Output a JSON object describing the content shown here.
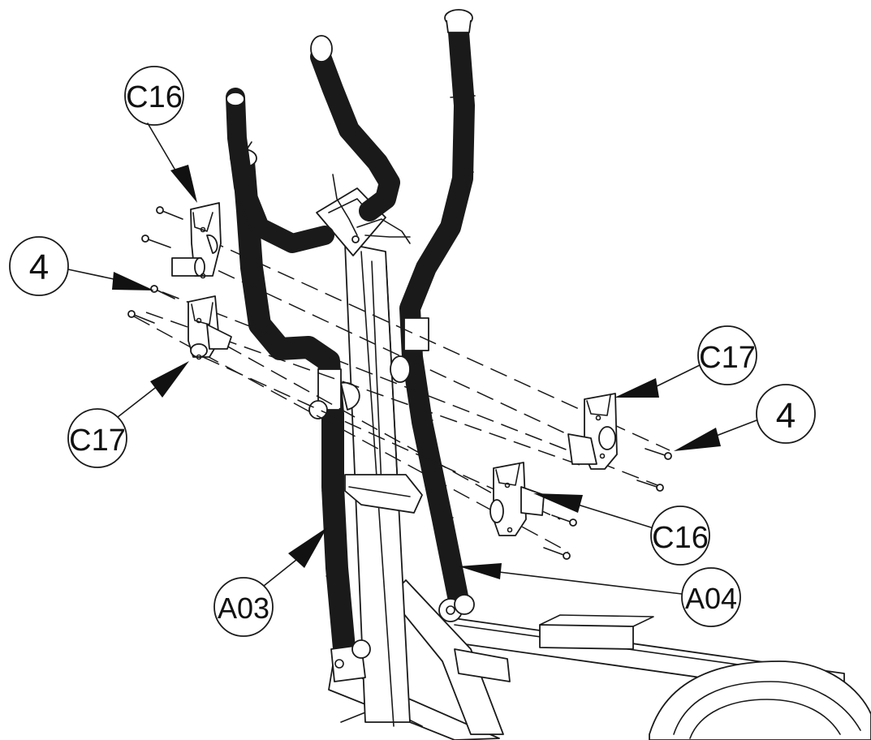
{
  "callouts": {
    "c16_top_left": "C16",
    "four_left": "4",
    "c17_left": "C17",
    "c17_right": "C17",
    "four_right": "4",
    "c16_right": "C16",
    "a03": "A03",
    "a04": "A04"
  }
}
